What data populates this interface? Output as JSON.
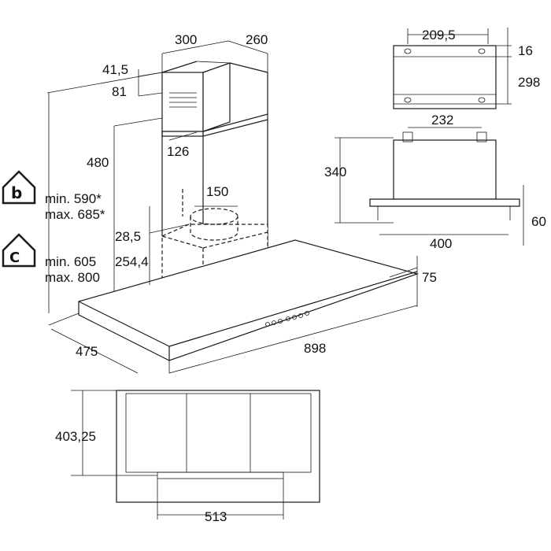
{
  "dimensions": {
    "chimney_width": "300",
    "chimney_depth": "260",
    "bracket_top": "41,5",
    "bracket_height": "81",
    "chimney_lower": "480",
    "duct_offset": "126",
    "outlet_diameter": "150",
    "outlet_height": "28,5",
    "motor_height": "254,4",
    "canopy_thickness": "75",
    "canopy_depth": "475",
    "canopy_width": "898",
    "side_bracket_width": "209,5",
    "side_bracket_top": "16",
    "side_bracket_spacing": "298",
    "side_hook_spacing": "232",
    "side_height": "340",
    "side_canopy": "60",
    "side_base": "400",
    "bottom_depth": "403,25",
    "bottom_filter_width": "513"
  },
  "mode_extraction": {
    "icon": "house-extraction-icon",
    "min": "min. 590*",
    "max": "max. 685*"
  },
  "mode_recirculation": {
    "icon": "house-recirculation-icon",
    "min": "min. 605",
    "max": "max. 800"
  }
}
